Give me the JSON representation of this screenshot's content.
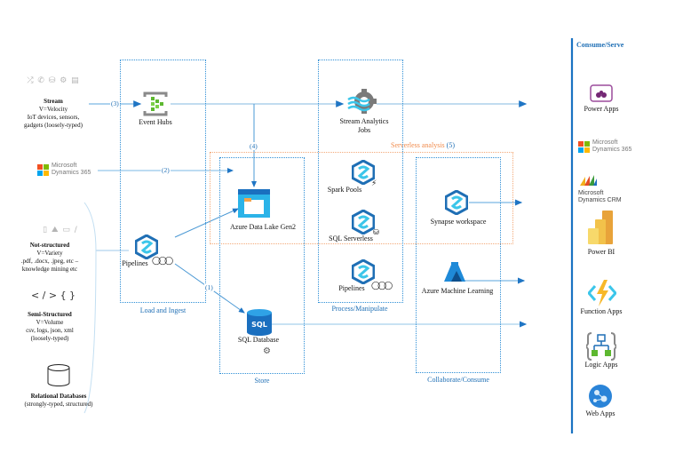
{
  "sources": {
    "stream": {
      "title": "Stream",
      "lines": [
        "V=Velocity",
        "IoT devices, sensors,",
        "gadgets (loosely-typed)"
      ],
      "icons": "⤮ ✆ ⛁ ⚙ ▤"
    },
    "dynamics": {
      "line1": "Microsoft",
      "line2": "Dynamics 365"
    },
    "not_structured": {
      "title": "Not-structured",
      "lines": [
        "V=Variety",
        ".pdf, .docx, .jpeg, etc –",
        "knowledge mining etc"
      ],
      "icons": "▯ ⛰ ▭ ∕"
    },
    "semi_structured": {
      "title": "Semi-Structured",
      "lines": [
        "V=Volume",
        "csv, logs, json, xml",
        "(loosely-typed)"
      ],
      "icons": "< / > { }"
    },
    "relational": {
      "title": "Relational Databases",
      "lines": [
        "(strongly-typed, structured)"
      ]
    }
  },
  "stages": {
    "load_ingest": "Load and Ingest",
    "store": "Store",
    "process": "Process/Manipulate",
    "collaborate": "Collaborate/Consume",
    "serverless_label": "Serverless analysis",
    "serverless_num": "(5)",
    "consume_serve": "Consume/Serve"
  },
  "nodes": {
    "event_hubs": "Event Hubs",
    "pipelines_ingest": "Pipelines",
    "data_lake": "Azure Data Lake Gen2",
    "sql_database": "SQL Database",
    "stream_analytics": [
      "Stream Analytics",
      "Jobs"
    ],
    "spark_pools": "Spark Pools",
    "sql_serverless": "SQL Serverless",
    "pipelines_process": "Pipelines",
    "synapse": "Synapse workspace",
    "aml": "Azure Machine Learning"
  },
  "flow_numbers": {
    "n1": "(1)",
    "n2": "(2)",
    "n3": "(3)",
    "n4": "(4)"
  },
  "consumers": [
    {
      "label": "Power Apps"
    },
    {
      "label": "Microsoft Dynamics 365"
    },
    {
      "label": "Microsoft Dynamics CRM"
    },
    {
      "label": "Power BI"
    },
    {
      "label": "Function Apps"
    },
    {
      "label": "Logic Apps"
    },
    {
      "label": "Web Apps"
    }
  ],
  "crm": {
    "line1": "Microsoft",
    "line2": "Dynamics CRM"
  },
  "dyn365_right": {
    "line1": "Microsoft",
    "line2": "Dynamics 365"
  },
  "colors": {
    "accent_blue": "#1f6fb5",
    "line_blue": "#6cb0e0",
    "orange_dotted": "#f3a978",
    "divider_blue": "#1a73c2"
  }
}
